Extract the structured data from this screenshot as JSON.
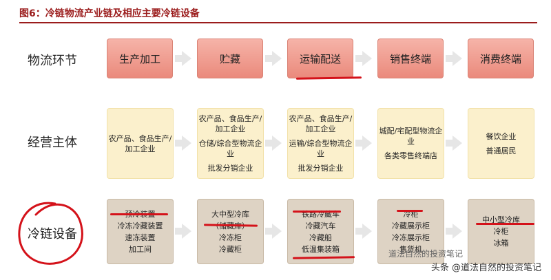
{
  "title": "图6：冷链物流产业链及相应主要冷链设备",
  "rows": {
    "logistics": {
      "label": "物流环节",
      "boxes": [
        "生产加工",
        "贮藏",
        "运输配送",
        "销售终端",
        "消费终端"
      ]
    },
    "operators": {
      "label": "经营主体",
      "boxes": [
        [
          "农产品、食品生产/加工企业"
        ],
        [
          "农产品、食品生产/加工企业",
          "仓储/综合型物流企业",
          "批发分销企业"
        ],
        [
          "农产品、食品生产/加工企业",
          "运输/综合型物流企业",
          "批发分销企业"
        ],
        [
          "城配/宅配型物流企业",
          "各类零售终端店"
        ],
        [
          "餐饮企业",
          "普通居民"
        ]
      ]
    },
    "equipment": {
      "label": "冷链设备",
      "boxes": [
        [
          "预冷装置",
          "冷冻冷藏装置",
          "速冻装置",
          "加工间"
        ],
        [
          "大中型冷库",
          "（储藏库）",
          "冷冻柜",
          "冷藏柜"
        ],
        [
          "铁路冷藏车",
          "冷藏汽车",
          "冷藏船",
          "低温集装箱"
        ],
        [
          "冷柜",
          "冷藏展示柜",
          "冷冻展示柜",
          "售货机"
        ],
        [
          "中小型冷库",
          "冷柜",
          "冰箱"
        ]
      ]
    }
  },
  "watermark": {
    "overlay": "道法自然的投资笔记",
    "bottom": "头条 @道法自然的投资笔记"
  }
}
